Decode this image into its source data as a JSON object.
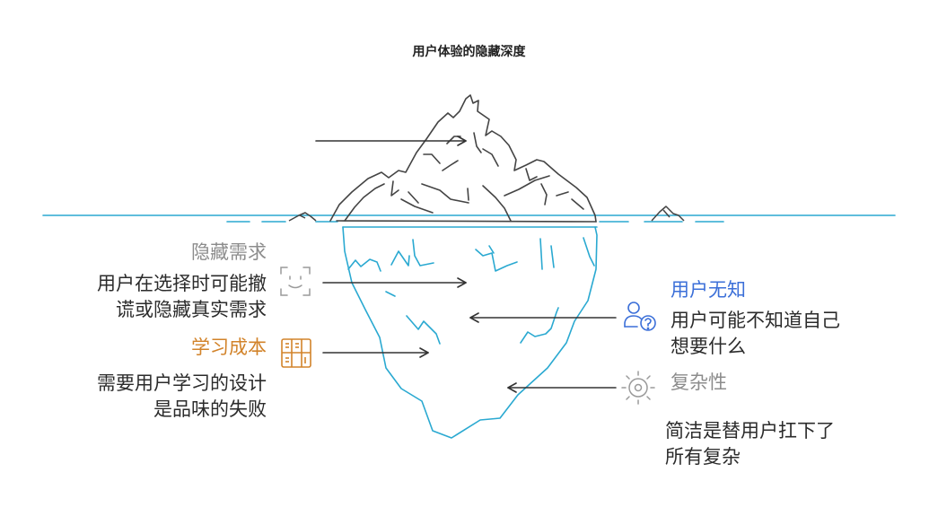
{
  "title": "用户体验的隐藏深度",
  "left": {
    "hidden_needs": {
      "heading": "隐藏需求",
      "line1": "用户在选择时可能撤",
      "line2": "谎或隐藏真实需求",
      "icon": "smiley-scan-icon",
      "color": "#8c8c8c"
    },
    "learning_cost": {
      "heading": "学习成本",
      "line1": "需要用户学习的设计",
      "line2": "是品味的失败",
      "icon": "bookshelf-icon",
      "color": "#d2832a"
    }
  },
  "right": {
    "user_ignorance": {
      "heading": "用户无知",
      "line1": "用户可能不知道自己",
      "line2": "想要什么",
      "icon": "user-question-icon",
      "color": "#3b6fd8"
    },
    "complexity": {
      "heading": "复杂性",
      "line1": "简洁是替用户扛下了",
      "line2": "所有复杂",
      "icon": "sun-gear-icon",
      "color": "#8c8c8c"
    }
  },
  "colors": {
    "mountain": "#444444",
    "ice": "#2aa9d1",
    "water": "#2aa9d1",
    "arrow": "#333333"
  }
}
